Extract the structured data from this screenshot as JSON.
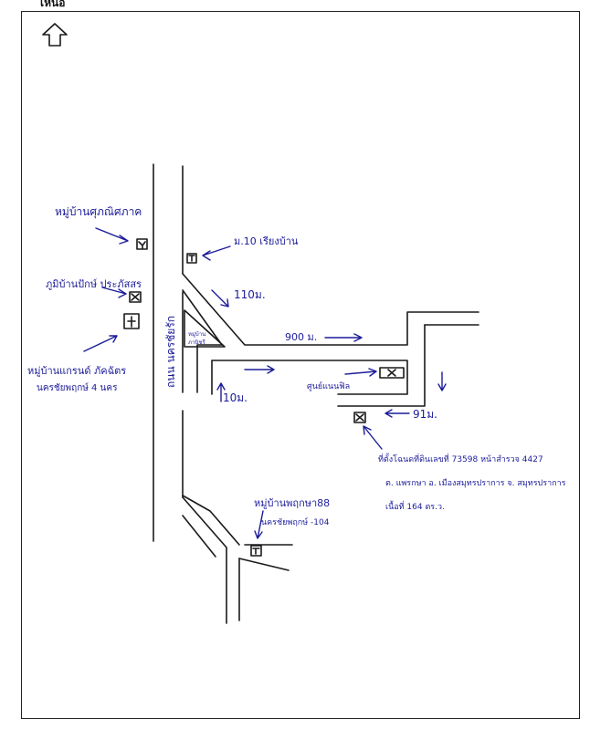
{
  "header": {
    "direction_word": "เหนือ"
  },
  "compass": {
    "icon": "north-arrow-icon"
  },
  "road": {
    "name": "ถนน นครชัยรัก"
  },
  "distances": {
    "d110": "110ม.",
    "d900": "900 ม.",
    "d10": "10ม.",
    "d91": "91ม."
  },
  "places": {
    "shop_top": "หมู่บ้านศุภณิศภาค",
    "shop_mid": "ภูมิบ้านปักษ์ ประภัสสร",
    "village_left_1": "หมู่บ้านแกรนด์ ภัคฉัตร",
    "village_left_2": "นครชัยพฤกษ์ 4 นคร",
    "building_right": "ม.10 เรียงบ้าน",
    "triangle_label_1": "หมู่บ้าน",
    "triangle_label_2": "ภานิชรี",
    "wat": "ศูนย์แนนฟิล",
    "village_bottom_1": "หมู่บ้านพฤกษา88",
    "village_bottom_2": "นครชัยพฤกษ์ -104",
    "target_1": "ที่ตั้งโฉนดที่ดินเลขที่ 73598 หน้าสำรวจ 4427",
    "target_2": "ต. แพรกษา อ. เมืองสมุทรปราการ จ. สมุทรปราการ",
    "target_3": "เนื้อที่ 164 ตร.ว."
  },
  "colors": {
    "ink": "#1a1a1a",
    "pen": "#1c1c9a"
  }
}
